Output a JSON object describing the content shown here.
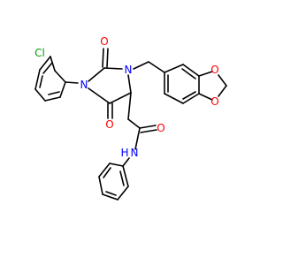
{
  "colors": {
    "bond": "#000000",
    "oxygen": "#ff0000",
    "nitrogen": "#0000ff",
    "chlorine": "#00a000",
    "background": "#ffffff"
  },
  "atoms": {
    "cl": "Cl",
    "o_ring_top": "O",
    "o_ring_bottom": "O",
    "n1": "N",
    "n3": "N",
    "o_diox_1": "O",
    "o_diox_2": "O",
    "o_amide": "O",
    "n_amide": "N",
    "h_amide": "H"
  }
}
